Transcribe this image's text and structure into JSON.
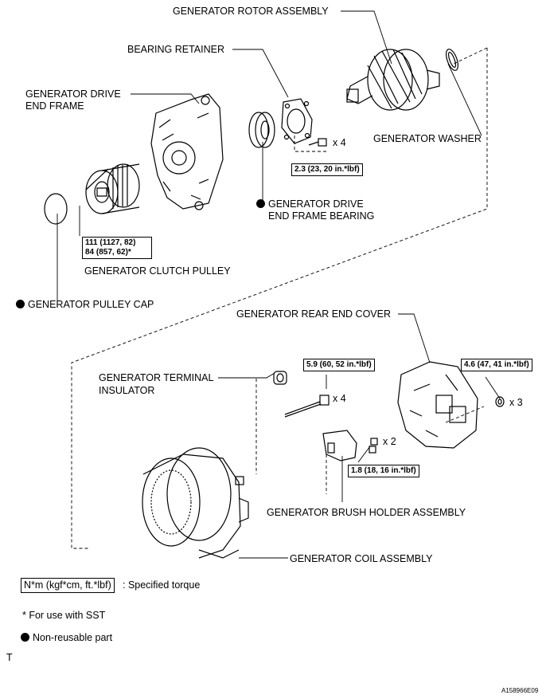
{
  "labels": {
    "rotor_assembly": "GENERATOR ROTOR ASSEMBLY",
    "bearing_retainer": "BEARING RETAINER",
    "drive_end_frame_1": "GENERATOR DRIVE",
    "drive_end_frame_2": "END FRAME",
    "washer": "GENERATOR WASHER",
    "drive_end_frame_bearing_1": "GENERATOR DRIVE",
    "drive_end_frame_bearing_2": "END FRAME BEARING",
    "clutch_pulley": "GENERATOR CLUTCH PULLEY",
    "pulley_cap": "GENERATOR PULLEY CAP",
    "rear_end_cover": "GENERATOR REAR END COVER",
    "terminal_insulator_1": "GENERATOR TERMINAL",
    "terminal_insulator_2": "INSULATOR",
    "brush_holder": "GENERATOR BRUSH HOLDER ASSEMBLY",
    "coil_assembly": "GENERATOR COIL ASSEMBLY"
  },
  "torques": {
    "retainer_bolt": "2.3 (23, 20 in.*lbf)",
    "pulley_line1": "111 (1127, 82)",
    "pulley_line2": "84 (857, 62)*",
    "terminal_bolt": "5.9 (60, 52 in.*lbf)",
    "cover_nut": "4.6 (47, 41 in.*lbf)",
    "brush_screw": "1.8 (18, 16 in.*lbf)"
  },
  "quantities": {
    "retainer_bolt": "x 4",
    "terminal_bolt": "x 4",
    "cover_nut": "x 3",
    "brush_screw": "x 2"
  },
  "legend": {
    "torque_box": "N*m (kgf*cm, ft.*lbf)",
    "torque_text": ": Specified torque",
    "sst_note": "* For use with SST",
    "non_reusable": "Non-reusable part",
    "t_mark": "T",
    "figure_id": "A158966E09"
  }
}
